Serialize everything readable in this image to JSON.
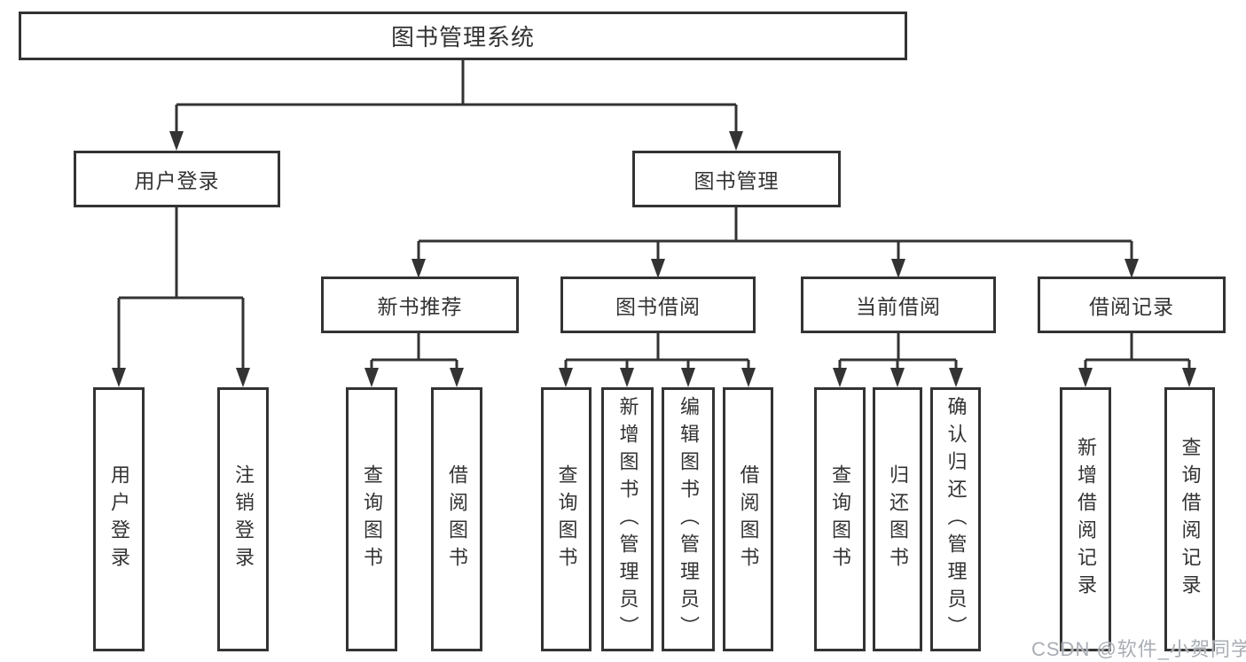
{
  "title": "图书管理系统",
  "level2": [
    {
      "label": "用户登录"
    },
    {
      "label": "图书管理"
    }
  ],
  "level3": [
    {
      "label": "新书推荐"
    },
    {
      "label": "图书借阅"
    },
    {
      "label": "当前借阅"
    },
    {
      "label": "借阅记录"
    }
  ],
  "level4": [
    {
      "label": "用户登录"
    },
    {
      "label": "注销登录"
    },
    {
      "label": "查询图书"
    },
    {
      "label": "借阅图书"
    },
    {
      "label": "查询图书"
    },
    {
      "label": "新增图书（管理员）"
    },
    {
      "label": "编辑图书（管理员）"
    },
    {
      "label": "借阅图书"
    },
    {
      "label": "查询图书"
    },
    {
      "label": "归还图书"
    },
    {
      "label": "确认归还（管理员）"
    },
    {
      "label": "新增借阅记录"
    },
    {
      "label": "查询借阅记录"
    }
  ],
  "watermark": "CSDN @软件_小贺同学",
  "colors": {
    "line": "#333333",
    "text": "#333333",
    "watermark": "#a9aeb5",
    "background": "#ffffff"
  }
}
